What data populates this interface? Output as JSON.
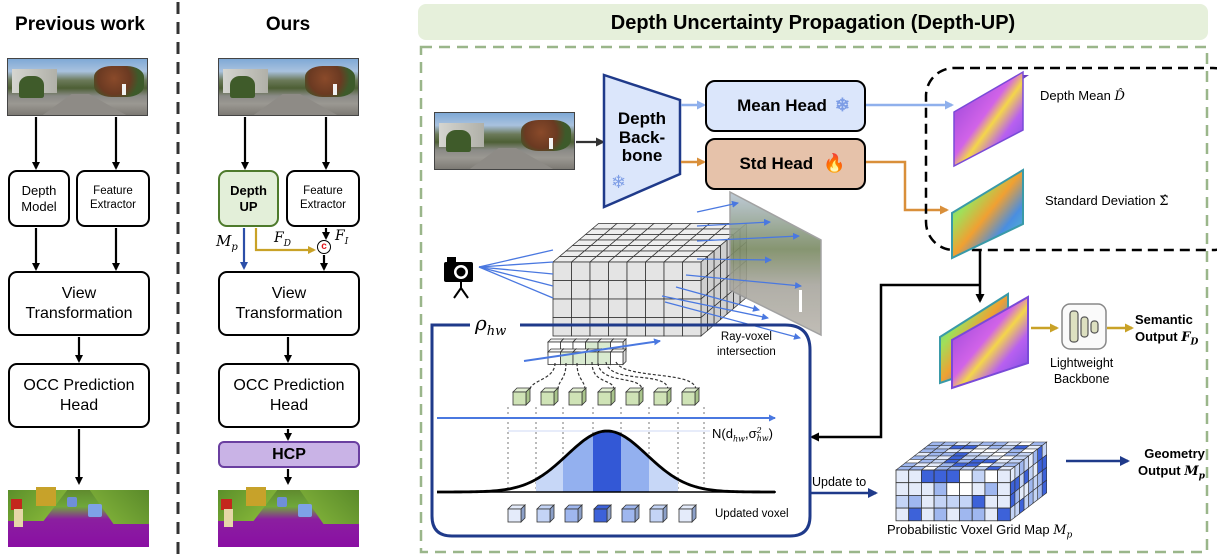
{
  "left_panel": {
    "title": "Previous work",
    "depth_model": [
      "Depth",
      "Model"
    ],
    "feature_extractor": [
      "Feature",
      "Extractor"
    ],
    "view_transformation": [
      "View",
      "Transformation"
    ],
    "occ_head": [
      "OCC Prediction",
      "Head"
    ]
  },
  "middle_panel": {
    "title": "Ours",
    "depth_up": [
      "Depth",
      "UP"
    ],
    "feature_extractor": [
      "Feature",
      "Extractor"
    ],
    "mp_label": "M",
    "mp_sub": "p",
    "fd_label": "F",
    "fd_sub": "D",
    "fi_label": "F",
    "fi_sub": "I",
    "concat_symbol": "c",
    "view_transformation": [
      "View",
      "Transformation"
    ],
    "occ_head": [
      "OCC Prediction",
      "Head"
    ],
    "hcp": "HCP"
  },
  "right_panel": {
    "title": "Depth Uncertainty Propagation (Depth-UP)",
    "depth_backbone": [
      "Depth",
      "Back-",
      "bone"
    ],
    "mean_head": "Mean Head",
    "std_head": "Std Head",
    "depth_mean": "Depth Mean ",
    "depth_mean_symbol": "D̂",
    "std_dev": "Standard Deviation ",
    "std_dev_symbol": "Σ̂",
    "rho": "ρ",
    "rho_sub": "hw",
    "ray_voxel": [
      "Ray-voxel",
      "intersection"
    ],
    "gaussian": "N(d",
    "gaussian_sub1": "hw",
    "gaussian_mid": ",σ",
    "gaussian_sup": "2",
    "gaussian_sub2": "hw",
    "gaussian_end": ")",
    "updated_voxel": "Updated voxel",
    "update_to": "Update to",
    "lightweight_backbone": [
      "Lightweight",
      "Backbone"
    ],
    "semantic_output": [
      "Semantic",
      "Output "
    ],
    "semantic_symbol": "F",
    "semantic_sub": "D",
    "geometry_output": [
      "Geometry",
      "Output "
    ],
    "geometry_symbol": "M",
    "geometry_sub": "p",
    "voxel_map_label": "Probabilistic Voxel Grid Map ",
    "voxel_map_symbol": "M",
    "voxel_map_sub": "p"
  },
  "colors": {
    "depth_up_fill": "#e3efd9",
    "depth_up_border": "#4e7a2c",
    "hcp_fill": "#c9b3e6",
    "hcp_border": "#6a3fa0",
    "mean_head_fill": "#dbe6fb",
    "std_head_fill": "#e6c2aa",
    "blue_arrow": "#2c4fa8",
    "light_blue_arrow": "#8fb0ec",
    "gold_arrow": "#c9a227",
    "orange_arrow": "#d98f3a",
    "title_bar": "#e6f0db",
    "green_dash": "#9ab68a",
    "navy": "#1f3a8a"
  }
}
